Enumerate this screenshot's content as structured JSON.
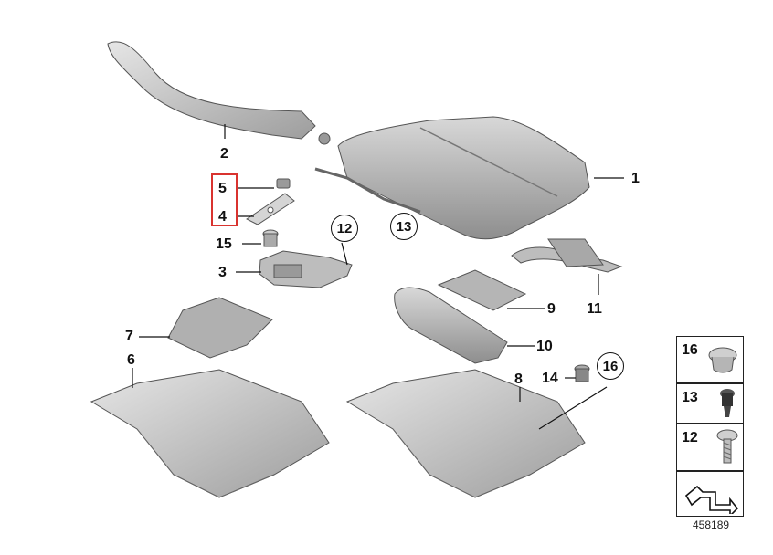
{
  "callouts": {
    "c1": "1",
    "c2": "2",
    "c3": "3",
    "c4": "4",
    "c5": "5",
    "c6": "6",
    "c7": "7",
    "c8": "8",
    "c9": "9",
    "c10": "10",
    "c11": "11",
    "c14": "14",
    "c15": "15"
  },
  "circled": {
    "c12": "12",
    "c13": "13",
    "c16": "16"
  },
  "legend": [
    {
      "num": "16",
      "icon": "plug-cap-icon"
    },
    {
      "num": "13",
      "icon": "rubber-bumper-icon"
    },
    {
      "num": "12",
      "icon": "screw-icon"
    }
  ],
  "diagram_id": "458189",
  "colors": {
    "highlight": "#d9332f",
    "part_fill": "#c9c9c9",
    "part_dark": "#8a8a8a",
    "line": "#111111"
  }
}
